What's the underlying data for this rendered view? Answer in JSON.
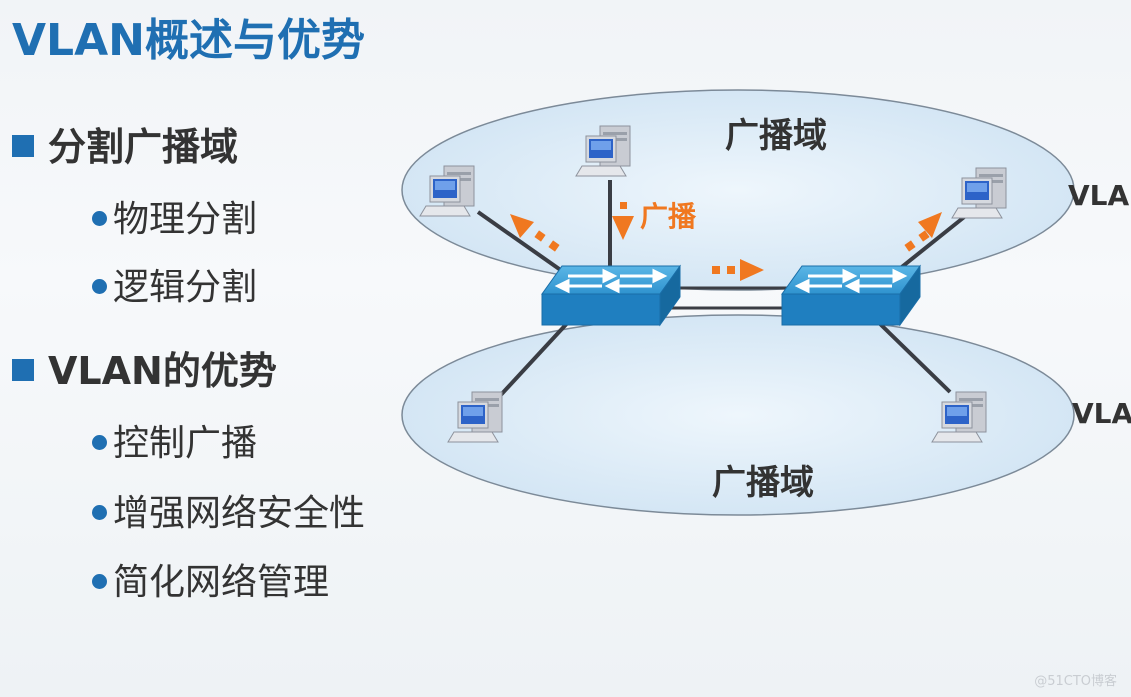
{
  "title": "VLAN概述与优势",
  "sections": [
    {
      "heading": "分割广播域",
      "items": [
        "物理分割",
        "逻辑分割"
      ]
    },
    {
      "heading": "VLAN的优势",
      "items": [
        "控制广播",
        "增强网络安全性",
        "简化网络管理"
      ]
    }
  ],
  "diagram": {
    "domain_top_label": "广播域",
    "domain_bottom_label": "广播域",
    "broadcast_label": "广播",
    "vlan_top_label": "VLA",
    "vlan_bottom_label": "VLA",
    "colors": {
      "ellipse_fill": "#d9eaf7",
      "switch_top": "#3a9fd4",
      "switch_front": "#1f7fc0",
      "arrow": "#f07820",
      "accent": "#1f6fb2"
    }
  },
  "watermark": "@51CTO博客"
}
